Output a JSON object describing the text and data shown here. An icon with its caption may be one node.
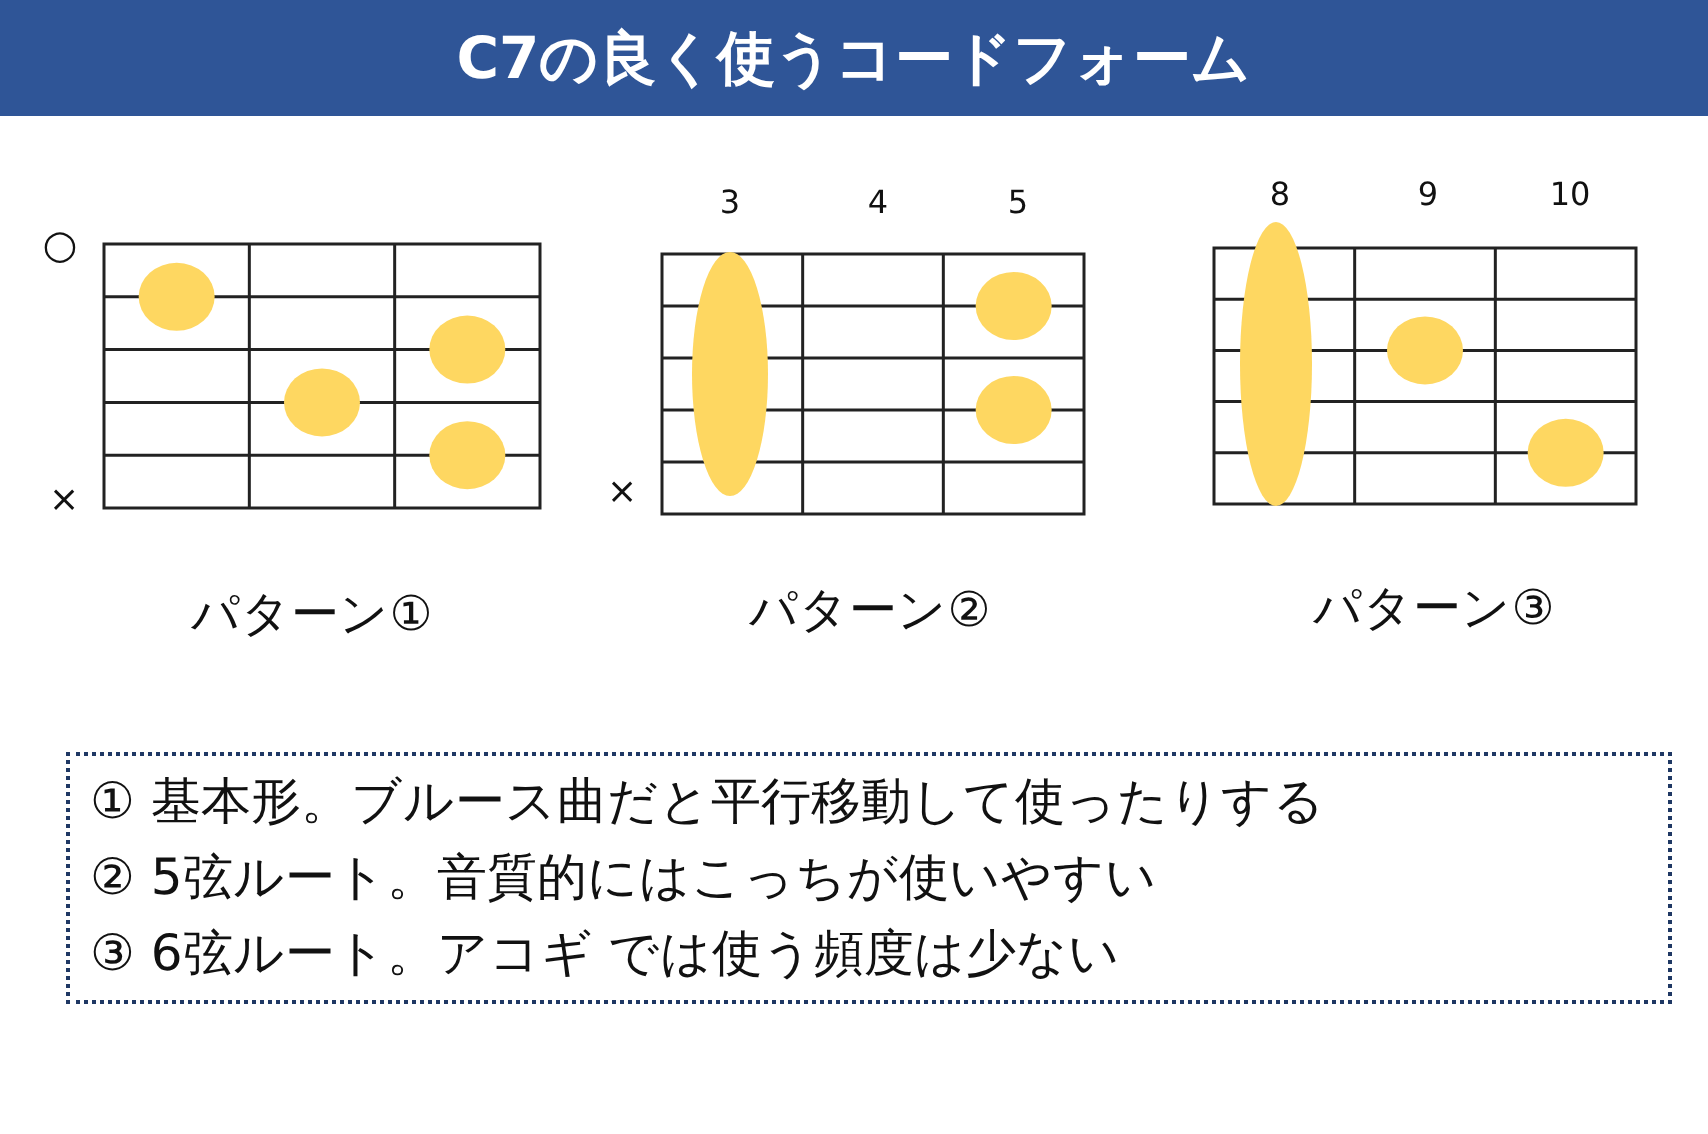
{
  "diagram": {
    "title": "C7の良く使うコードフォーム",
    "nodes": [
      {
        "text": [
          "① 基本形。ブルース曲だと平行移動して使ったりする",
          "② 5弦ルート。音質的にはこっちが使いやすい",
          "③ 6弦ルート。アコギ では使う頻度は少ない"
        ]
      }
    ],
    "labels": [
      "○",
      "×",
      "パターン①",
      "3",
      "4",
      "5",
      "×",
      "パターン②",
      "8",
      "9",
      "10",
      "パターン③"
    ]
  }
}
